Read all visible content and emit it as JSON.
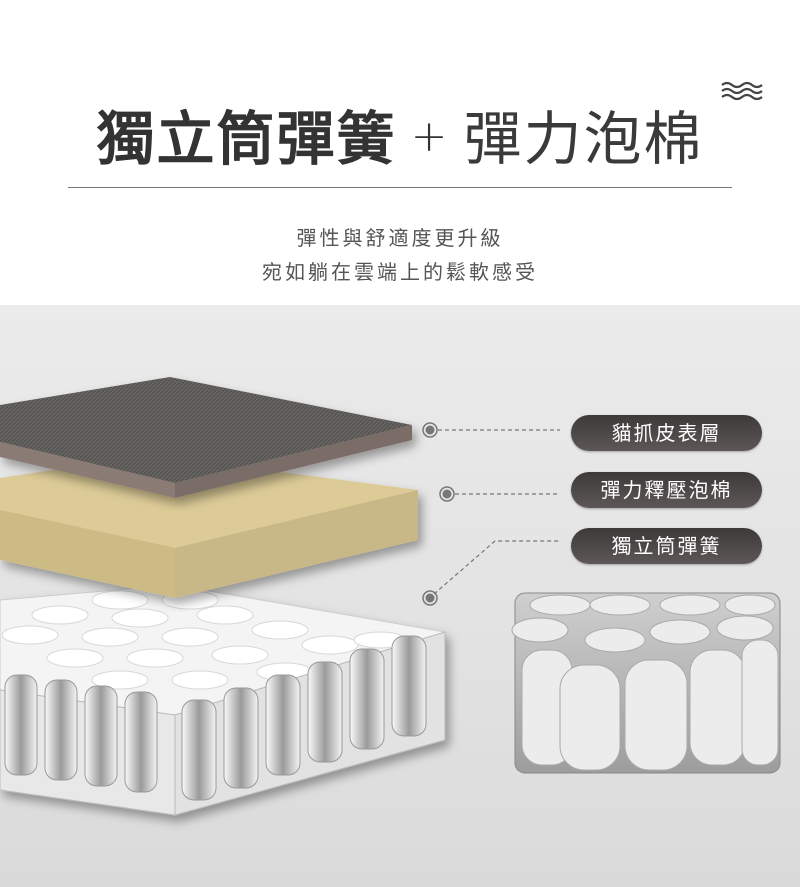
{
  "header": {
    "title_bold": "獨立筒彈簧",
    "title_plus": "+",
    "title_light": "彈力泡棉",
    "subtitle_lines": [
      "彈性與舒適度更升級",
      "宛如躺在雲端上的鬆軟感受"
    ]
  },
  "layers": [
    {
      "label": "貓抓皮表層"
    },
    {
      "label": "彈力釋壓泡棉"
    },
    {
      "label": "獨立筒彈簧"
    }
  ],
  "colors": {
    "text": "#333333",
    "pill": "#4a4646",
    "fabric": "#5a5856",
    "foam": "#dccb97",
    "panel": "#e6e6e6"
  }
}
